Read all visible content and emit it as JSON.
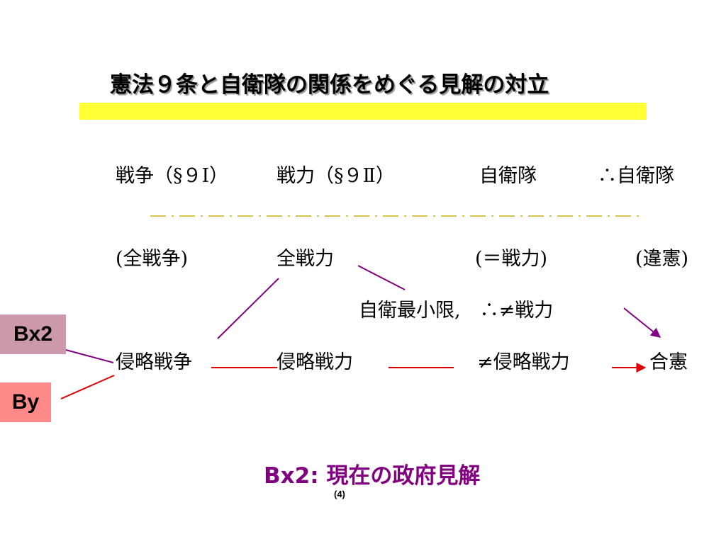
{
  "title": "憲法９条と自衛隊の関係をめぐる見解の対立",
  "colors": {
    "title_bar": "#ffff33",
    "purple": "#800080",
    "red": "#dd0000",
    "dash_line": "#d4c34a",
    "bx2_box": "#cc99aa",
    "by_box": "#ff8888",
    "caption": "#800080"
  },
  "header_row": {
    "col1": "戦争（§９Ⅰ）",
    "col2": "戦力（§９Ⅱ）",
    "col3": "自衛隊",
    "col4": "∴自衛隊"
  },
  "row_full": {
    "col1": "(全戦争)",
    "col2": "全戦力",
    "col3": "(＝戦力)",
    "col4": "(違憲)"
  },
  "row_middle": {
    "text": "自衛最小限,　∴≠戦力"
  },
  "row_aggression": {
    "col1": "侵略戦争",
    "col2": "侵略戦力",
    "col3": "≠侵略戦力",
    "col4": "合憲"
  },
  "labels": {
    "bx2": "Bx2",
    "by": "By"
  },
  "caption": "Bx2: 現在の政府見解",
  "page_number": "(4)"
}
